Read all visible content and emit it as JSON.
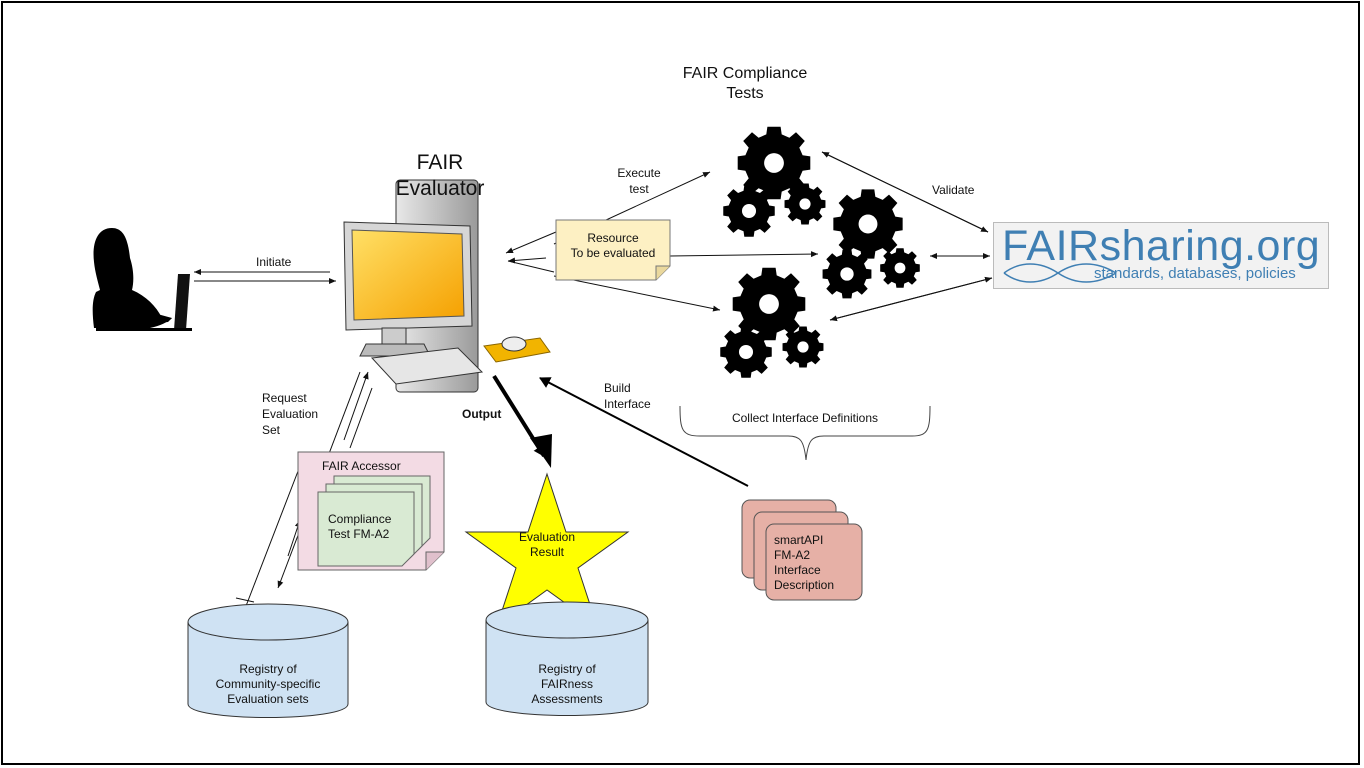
{
  "evaluator": {
    "line1": "FAIR",
    "line2": "Evaluator"
  },
  "compliance_tests": {
    "line1": "FAIR Compliance",
    "line2": "Tests"
  },
  "edges": {
    "initiate": "Initiate",
    "execute_line1": "Execute",
    "execute_line2": "test",
    "validate": "Validate",
    "request_line1": "Request",
    "request_line2": "Evaluation",
    "request_line3": "Set",
    "output": "Output",
    "build_line1": "Build",
    "build_line2": "Interface"
  },
  "resource": {
    "line1": "Resource",
    "line2": "To be evaluated"
  },
  "fairsharing": {
    "brand_fair": "FAIR",
    "brand_rest": "sharing.org",
    "tagline": "standards, databases, policies"
  },
  "collect": "Collect Interface Definitions",
  "accessor": {
    "title": "FAIR Accessor",
    "doc_line1": "Compliance",
    "doc_line2": "Test FM-A2"
  },
  "result": {
    "line1": "Evaluation",
    "line2": "Result"
  },
  "smartapi": {
    "line1": "smartAPI",
    "line2": "FM-A2",
    "line3": "Interface",
    "line4": "Description"
  },
  "registry_community": {
    "line1": "Registry of",
    "line2": "Community-specific",
    "line3": "Evaluation sets"
  },
  "registry_fairness": {
    "line1": "Registry of",
    "line2": "FAIRness",
    "line3": "Assessments"
  },
  "colors": {
    "resource_fill": "#fdf0c3",
    "accessor_fill": "#f3dbe4",
    "doc_fill": "#d9ead3",
    "smartapi_fill": "#e6b0a6",
    "registry_fill": "#cfe2f3",
    "star_fill": "#ffff00",
    "brand": "#3f7fb3"
  }
}
